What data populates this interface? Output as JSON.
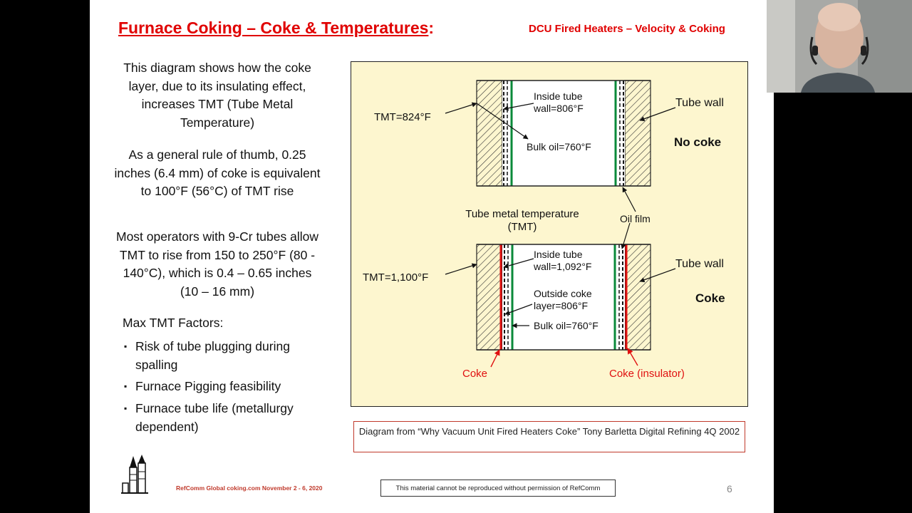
{
  "slide": {
    "title_main": "Furnace Coking – Coke & Temperatures",
    "title_colon": ":",
    "subtitle": "DCU Fired Heaters – Velocity & Coking",
    "paragraphs": [
      "This diagram shows how the coke layer, due to its insulating effect, increases TMT (Tube Metal Temperature)",
      "As a general rule of thumb, 0.25 inches (6.4 mm) of coke is equivalent to 100°F (56°C) of TMT rise",
      "Most operators with 9-Cr tubes allow TMT to rise from 150 to 250°F (80 - 140°C), which is 0.4 – 0.65 inches (10 – 16 mm)"
    ],
    "factors_heading": "Max TMT Factors:",
    "bullet_glyph": "▪",
    "factors": [
      "Risk of tube plugging during spalling",
      "Furnace Pigging feasibility",
      "Furnace tube life (metallurgy dependent)"
    ],
    "caption": "Diagram from “Why Vacuum Unit Fired Heaters Coke”  Tony Barletta  Digital Refining 4Q 2002",
    "footer_left": "RefComm Global  coking.com     November 2 - 6, 2020",
    "notice": "This material cannot be reproduced without permission of RefComm",
    "page_number": "6"
  },
  "diagram": {
    "top": {
      "tmt": "TMT=824°F",
      "inside_1": "Inside tube",
      "inside_2": "wall=806°F",
      "bulk": "Bulk oil=760°F",
      "tube_wall": "Tube wall",
      "state": "No coke"
    },
    "middle": {
      "tmt_1": "Tube metal temperature",
      "tmt_2": "(TMT)",
      "oil_film": "Oil film"
    },
    "bottom": {
      "tmt": "TMT=1,100°F",
      "inside_1": "Inside tube",
      "inside_2": "wall=1,092°F",
      "outside_1": "Outside coke",
      "outside_2": "layer=806°F",
      "bulk": "Bulk oil=760°F",
      "tube_wall": "Tube wall",
      "state": "Coke",
      "coke_left": "Coke",
      "coke_right": "Coke (insulator)"
    }
  },
  "colors": {
    "title_red": "#e00000",
    "diagram_bg": "#fdf6cf",
    "oil_film_green": "#0a8a3a",
    "coke_red": "#e01010"
  }
}
